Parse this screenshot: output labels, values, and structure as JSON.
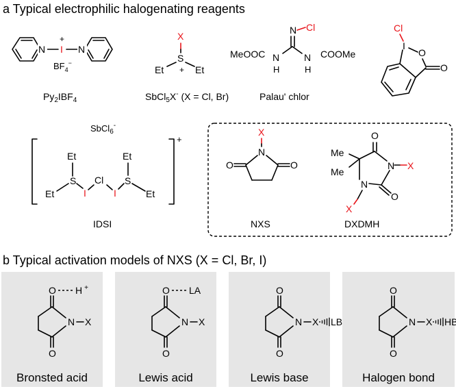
{
  "heading_a": "a Typical electrophilic halogenating reagents",
  "heading_b": "b Typical activation models of NXS (X = Cl, Br, I)",
  "reagents": {
    "py2ibf4": {
      "caption": "Py2IBF4",
      "caption_main": "Py",
      "caption_sub": "2",
      "caption_rest": "IBF",
      "caption_sub2": "4",
      "atoms": {
        "n": "N",
        "i": "I",
        "plus": "+",
        "counter": "BF",
        "counter_sub": "4",
        "counter_sup": "−"
      }
    },
    "sbcl5x": {
      "caption_main": "SbCl",
      "caption_sub": "5",
      "caption_rest": "X",
      "caption_sup": "-",
      "caption_tail": " (X = Cl, Br)",
      "atoms": {
        "x": "X",
        "s": "S",
        "plus": "+",
        "et": "Et"
      }
    },
    "palau": {
      "caption": "Palau' chlor",
      "atoms": {
        "n": "N",
        "cl": "Cl",
        "meooc": "MeOOC",
        "coome": "COOMe",
        "h": "H"
      }
    },
    "iodane": {
      "atoms": {
        "cl": "Cl",
        "i": "I",
        "o": "O"
      }
    },
    "idsi": {
      "caption": "IDSI",
      "counter_main": "SbCl",
      "counter_sub": "6",
      "counter_sup": "-",
      "charge": "+",
      "atoms": {
        "et": "Et",
        "s": "S",
        "i": "I",
        "cl": "Cl"
      }
    },
    "nxs": {
      "caption": "NXS",
      "atoms": {
        "x": "X",
        "n": "N",
        "o": "O"
      }
    },
    "dxdmh": {
      "caption": "DXDMH",
      "atoms": {
        "x": "X",
        "n": "N",
        "o": "O",
        "me": "Me"
      }
    }
  },
  "models": [
    {
      "caption": "Bronsted acid",
      "partner": "H",
      "partner_sup": "+",
      "site": "O"
    },
    {
      "caption": "Lewis acid",
      "partner": "LA",
      "site": "O"
    },
    {
      "caption": "Lewis base",
      "partner": "LB",
      "site": "X"
    },
    {
      "caption": "Halogen bond",
      "partner": "HB",
      "site": "X"
    }
  ],
  "model_atoms": {
    "o": "O",
    "n": "N",
    "x": "X"
  },
  "colors": {
    "halogen": "#e8141a",
    "partner": "#1b1bd8",
    "panel": "#e6e6e6"
  }
}
